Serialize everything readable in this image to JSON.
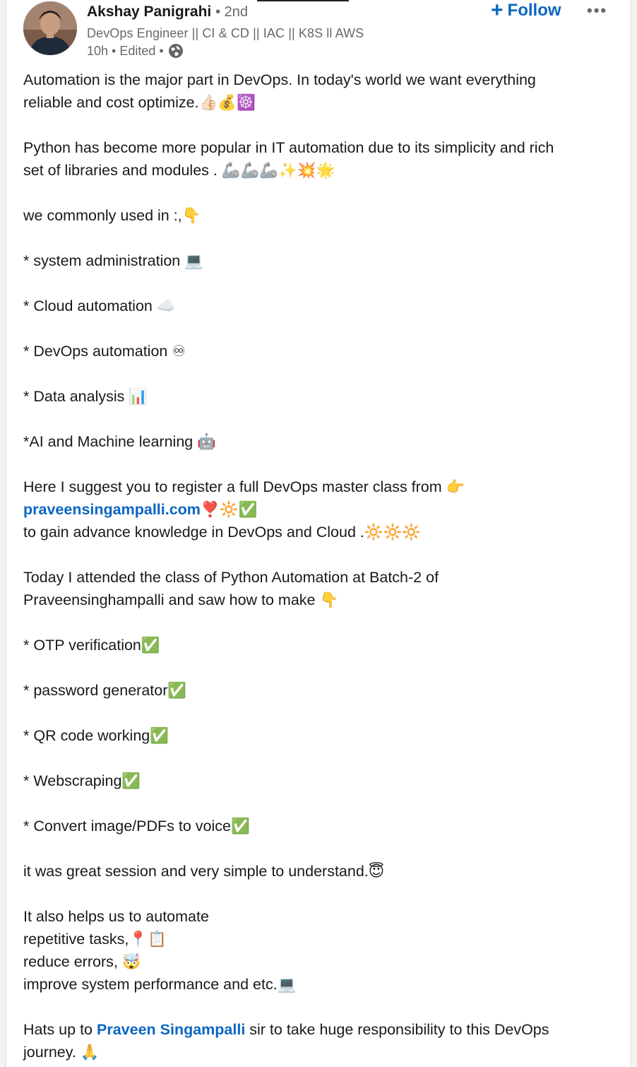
{
  "post": {
    "author": {
      "name": "Akshay Panigrahi",
      "degree": "• 2nd",
      "headline": "DevOps Engineer || CI & CD || IAC || K8S ll AWS",
      "time": "10h • Edited •"
    },
    "actions": {
      "follow_label": "Follow",
      "more_label": "•••"
    },
    "lines": [
      {
        "text": "Automation is the major part in DevOps. In today's world we want everything"
      },
      {
        "text": "reliable and cost optimize.👍🏻💰☸️"
      },
      {
        "text": ""
      },
      {
        "text": "Python has become more popular in IT automation due to its simplicity and rich"
      },
      {
        "text": "set of libraries and modules . 🦾🦾🦾✨💥🌟"
      },
      {
        "text": ""
      },
      {
        "text": "we commonly used in :,👇"
      },
      {
        "text": ""
      },
      {
        "text": "* system administration 💻"
      },
      {
        "text": ""
      },
      {
        "text": "* Cloud automation ☁️"
      },
      {
        "text": ""
      },
      {
        "text": "* DevOps automation ♾"
      },
      {
        "text": ""
      },
      {
        "text": "* Data analysis 📊"
      },
      {
        "text": ""
      },
      {
        "text": "*AI and Machine learning 🤖"
      },
      {
        "text": ""
      },
      {
        "text": "Here I suggest you to register a full DevOps master class from 👉"
      },
      {
        "link": "praveensingampalli.com",
        "after": "❣️🔆✅"
      },
      {
        "text": "to gain advance knowledge in DevOps and Cloud .🔆🔆🔆"
      },
      {
        "text": ""
      },
      {
        "text": "Today I attended the class of Python Automation at Batch-2 of"
      },
      {
        "text": "Praveensinghampalli and saw how to make 👇"
      },
      {
        "text": ""
      },
      {
        "text": "* OTP verification✅"
      },
      {
        "text": ""
      },
      {
        "text": "* password generator✅"
      },
      {
        "text": ""
      },
      {
        "text": "* QR code working✅"
      },
      {
        "text": ""
      },
      {
        "text": "* Webscraping✅"
      },
      {
        "text": ""
      },
      {
        "text": "* Convert image/PDFs to voice✅"
      },
      {
        "text": ""
      },
      {
        "text": "it was great session and very simple to understand.😇"
      },
      {
        "text": ""
      },
      {
        "text": "It also helps us to automate"
      },
      {
        "text": "repetitive tasks,📍📋"
      },
      {
        "text": "reduce errors, 🤯"
      },
      {
        "text": "improve system performance and etc.💻"
      },
      {
        "text": ""
      },
      {
        "before": "Hats up to ",
        "link": "Praveen Singampalli",
        "after": " sir to take huge responsibility to this DevOps"
      },
      {
        "text": "journey. 🙏"
      }
    ]
  },
  "colors": {
    "link": "#0a66c2",
    "secondary_text": "rgba(0,0,0,0.6)"
  }
}
